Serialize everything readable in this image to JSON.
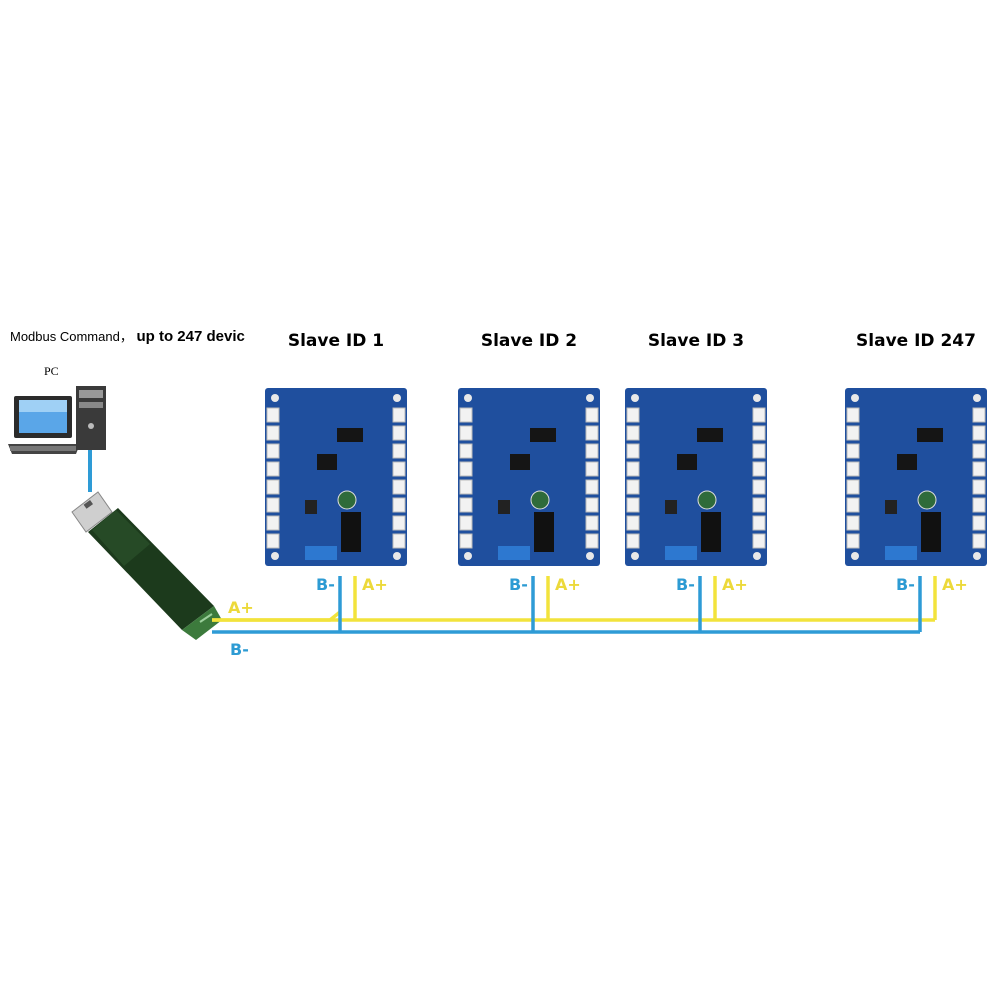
{
  "heading": {
    "text": "Modbus Command，",
    "strong": "up to 247 devic"
  },
  "pc": {
    "label": "PC"
  },
  "slaves": [
    {
      "title": "Slave ID 1",
      "b_label": "B-",
      "a_label": "A+"
    },
    {
      "title": "Slave ID 2",
      "b_label": "B-",
      "a_label": "A+"
    },
    {
      "title": "Slave ID 3",
      "b_label": "B-",
      "a_label": "A+"
    },
    {
      "title": "Slave ID 247",
      "b_label": "B-",
      "a_label": "A+"
    }
  ],
  "bus": {
    "a_label": "A+",
    "b_label": "B-"
  },
  "colors": {
    "a_wire": "#f2e33c",
    "b_wire": "#2e9bd6",
    "board": "#1f4f9e",
    "usb": "#1d3b1d"
  },
  "icons": {
    "pc": "desktop-computer-icon",
    "usb": "usb-rs485-adapter-icon",
    "board": "relay-board-icon"
  }
}
